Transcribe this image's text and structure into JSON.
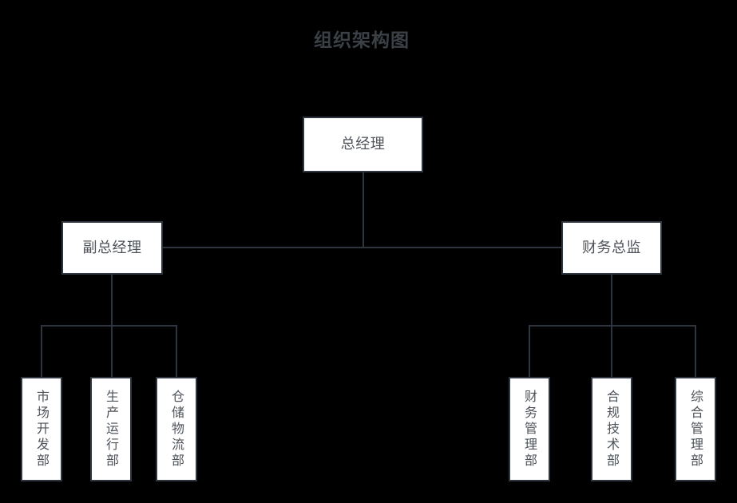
{
  "title": "组织架构图",
  "colors": {
    "background": "#000000",
    "line": "#2f353e",
    "node_fill": "#ffffff",
    "node_border": "#2f353e",
    "node_text": "#4e535a",
    "title_text": "#3b4047"
  },
  "nodes": {
    "root": {
      "label": "总经理"
    },
    "level2": [
      {
        "label": "副总经理"
      },
      {
        "label": "财务总监"
      }
    ],
    "left_departments": [
      {
        "label": "市场开发部"
      },
      {
        "label": "生产运行部"
      },
      {
        "label": "仓储物流部"
      }
    ],
    "right_departments": [
      {
        "label": "财务管理部"
      },
      {
        "label": "合规技术部"
      },
      {
        "label": "综合管理部"
      }
    ]
  }
}
